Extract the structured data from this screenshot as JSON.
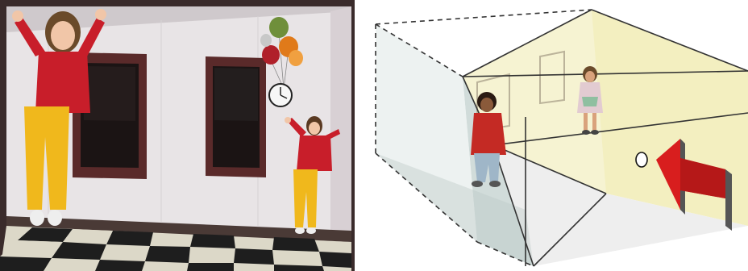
{
  "figure": {
    "panels": [
      {
        "id": "photo",
        "kind": "photograph",
        "subject": "ames-room"
      },
      {
        "id": "diagram",
        "kind": "illustration",
        "subject": "ames-room-geometry"
      }
    ]
  },
  "colors": {
    "photo_frame": "#3a2b2b",
    "wall": "#e8e4e6",
    "left_wall": "#cfc7cc",
    "window_frame": "#5a2a2a",
    "window_glass": "#1b1414",
    "floor_dark": "#1e1e1e",
    "floor_light": "#dcd8c8",
    "shirt_red": "#c81e2a",
    "pants_yellow": "#f0b81c",
    "balloon_green": "#6f8f3a",
    "balloon_orange": "#e07a1a",
    "balloon_red": "#b0202a",
    "diagram_wall_yellow": "#f3efc0",
    "diagram_floor": "#eeeeee",
    "diagram_left_wall": "#c9d6d3",
    "arrow_red": "#d81e1e",
    "arrow_shadow": "#555555"
  },
  "icons": [
    "wall-clock-icon",
    "viewing-peephole-icon",
    "viewing-direction-arrow-icon"
  ]
}
